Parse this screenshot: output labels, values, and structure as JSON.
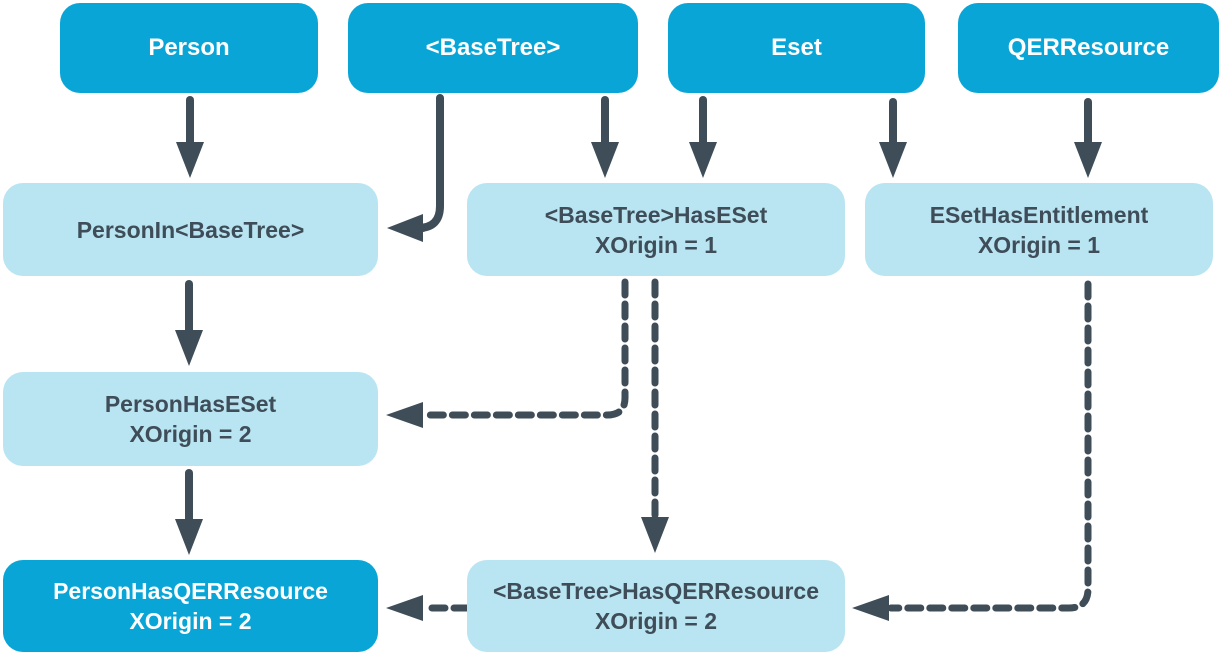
{
  "diagram": {
    "colors": {
      "primary": "#08A5D6",
      "light": "#B9E5F2",
      "dark": "#3E4D58",
      "text_on_primary": "#FFFFFF"
    },
    "nodes": {
      "person": {
        "label": "Person"
      },
      "basetree": {
        "label": "<BaseTree>"
      },
      "eset": {
        "label": "Eset"
      },
      "qerresource": {
        "label": "QERResource"
      },
      "person_in_basetree": {
        "label": "PersonIn<BaseTree>"
      },
      "basetree_has_eset": {
        "label": "<BaseTree>HasESet",
        "sublabel": "XOrigin = 1"
      },
      "eset_has_entitlement": {
        "label": "ESetHasEntitlement",
        "sublabel": "XOrigin = 1"
      },
      "person_has_eset": {
        "label": "PersonHasESet",
        "sublabel": "XOrigin = 2"
      },
      "person_has_qerresource": {
        "label": "PersonHasQERResource",
        "sublabel": "XOrigin = 2"
      },
      "basetree_has_qerresource": {
        "label": "<BaseTree>HasQERResource",
        "sublabel": "XOrigin = 2"
      }
    },
    "edges": [
      {
        "from": "person",
        "to": "person_in_basetree",
        "style": "solid"
      },
      {
        "from": "basetree",
        "to": "person_in_basetree",
        "style": "solid"
      },
      {
        "from": "basetree",
        "to": "basetree_has_eset",
        "style": "solid"
      },
      {
        "from": "eset",
        "to": "basetree_has_eset",
        "style": "solid"
      },
      {
        "from": "eset",
        "to": "eset_has_entitlement",
        "style": "solid"
      },
      {
        "from": "qerresource",
        "to": "eset_has_entitlement",
        "style": "solid"
      },
      {
        "from": "person_in_basetree",
        "to": "person_has_eset",
        "style": "solid"
      },
      {
        "from": "person_has_eset",
        "to": "person_has_qerresource",
        "style": "solid"
      },
      {
        "from": "basetree_has_eset",
        "to": "person_has_eset",
        "style": "dashed"
      },
      {
        "from": "basetree_has_eset",
        "to": "basetree_has_qerresource",
        "style": "dashed"
      },
      {
        "from": "eset_has_entitlement",
        "to": "basetree_has_qerresource",
        "style": "dashed"
      },
      {
        "from": "basetree_has_qerresource",
        "to": "person_has_qerresource",
        "style": "dashed"
      }
    ]
  }
}
